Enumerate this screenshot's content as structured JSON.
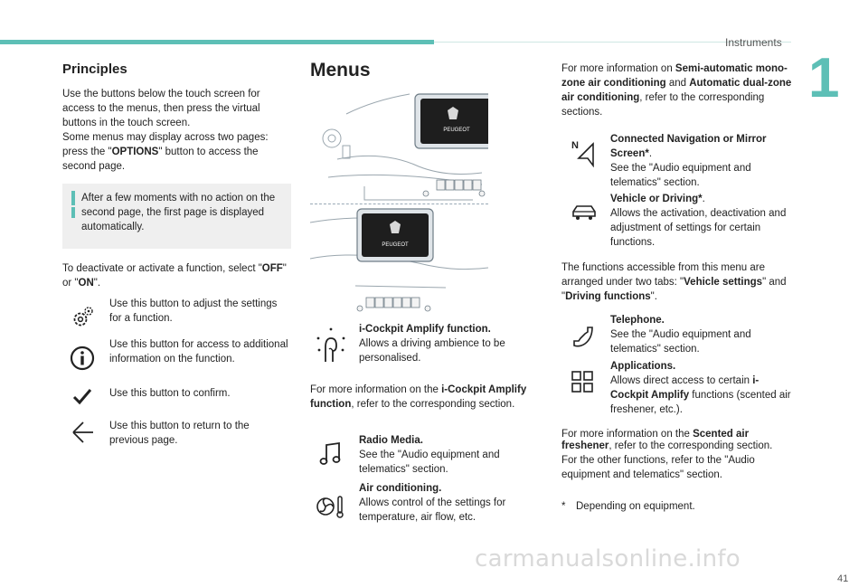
{
  "header": {
    "section": "Instruments",
    "chapter": "1",
    "page": "41"
  },
  "watermark": "carmanualsonline.info",
  "left": {
    "title": "Principles",
    "intro": "Use the buttons below the touch screen for access to the menus, then press the virtual buttons in the touch screen.",
    "pages_text_1": "Some menus may display across two pages: press the \"",
    "pages_options": "OPTIONS",
    "pages_text_2": "\" button to access the second page.",
    "info": "After a few moments with no action on the second page, the first page is displayed automatically.",
    "deact_1": "To deactivate or activate a function, select \"",
    "deact_off": "OFF",
    "deact_mid": "\" or \"",
    "deact_on": "ON",
    "deact_end": "\".",
    "buttons": [
      {
        "icon": "settings-gear-icon",
        "text": "Use this button to adjust the settings for a function."
      },
      {
        "icon": "info-icon",
        "text": "Use this button for access to additional information on the function."
      },
      {
        "icon": "checkmark-icon",
        "text": "Use this button to confirm."
      },
      {
        "icon": "back-arrow-icon",
        "text": "Use this button to return to the previous page."
      }
    ]
  },
  "middle": {
    "title": "Menus",
    "screen_brand": "PEUGEOT",
    "cockpit_title": "i-Cockpit Amplify function.",
    "cockpit_text": "Allows a driving ambience to be personalised.",
    "more_1": "For more information on the ",
    "more_bold": "i-Cockpit Amplify function",
    "more_2": ", refer to the corresponding section.",
    "radio_title": "Radio Media.",
    "radio_text": "See the \"Audio equipment and telematics\" section.",
    "air_title": "Air conditioning.",
    "air_text": "Allows control of the settings for temperature, air flow, etc."
  },
  "right": {
    "semi_1": "For more information on ",
    "semi_b1": "Semi-automatic mono-zone air conditioning",
    "semi_and": " and ",
    "semi_b2": "Automatic dual-zone air conditioning",
    "semi_2": ", refer to the corresponding sections.",
    "nav_title": "Connected Navigation or Mirror Screen",
    "star": "*",
    "period": ".",
    "nav_text": "See the \"Audio equipment and telematics\" section.",
    "veh_title": "Vehicle or Driving",
    "veh_text": "Allows the activation, deactivation and adjustment of settings for certain functions.",
    "tabs_1": "The functions accessible from this menu are arranged under two tabs: \"",
    "tabs_b1": "Vehicle settings",
    "tabs_mid": "\" and \"",
    "tabs_b2": "Driving functions",
    "tabs_end": "\".",
    "tel_title": "Telephone.",
    "tel_text": "See the \"Audio equipment and telematics\" section.",
    "app_title": "Applications.",
    "app_text_1": "Allows direct access to certain ",
    "app_bold": "i-Cockpit Amplify",
    "app_text_2": " functions (scented air freshener, etc.).",
    "scent_1": "For more information on the ",
    "scent_bold": "Scented air freshener",
    "scent_2": ", refer to the corresponding section.",
    "other": "For the other functions, refer to the \"Audio equipment and telematics\" section.",
    "footnote_star": "*",
    "footnote": "Depending on equipment."
  }
}
